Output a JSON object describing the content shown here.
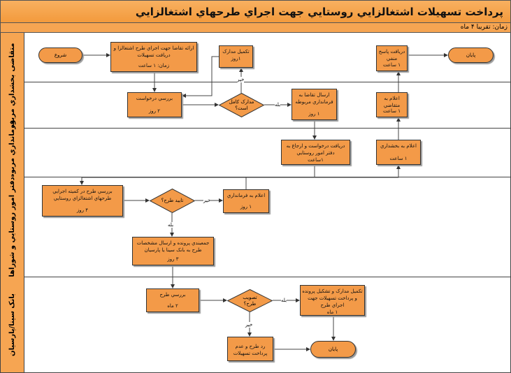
{
  "title": "پرداخت تسهيلات اشتغالزايي روستايي جهت اجراي طرحهاي اشتغالزايي",
  "duration": "زمان: تقريبا ۴ ماه",
  "lanes": [
    "متقاضی",
    "بخشداري مربوطه",
    "فرمانداري مربوطه",
    "دفتر امور روستايي و شوراها",
    "بانک سينا/پارسيان"
  ],
  "nodes": {
    "start": "شروع",
    "request": {
      "t": "ارائه تقاضا جهت اجراي طرح اشتغالزا و دريافت تسهيلات",
      "d": "زمان: ۱ ساعت"
    },
    "complete_docs": {
      "t": "تکميل مدارک",
      "d": "۱روز"
    },
    "receive_negative": {
      "t": "دريافت پاسخ منفي",
      "d": "۱ ساعت"
    },
    "end1": "پايان",
    "review_request": {
      "t": "بررسي درخواست",
      "d": "۲ روز"
    },
    "docs_complete_q": "مدارک کامل است؟",
    "send_request": {
      "t": "ارسال تقاضا به فرمانداري مربوطه",
      "d": "۱ روز"
    },
    "notify_applicant": {
      "t": "اعلام به متقاضي",
      "d": "۱ ساعت"
    },
    "receive_refer": {
      "t": "دريافت درخواست و ارجاع به دفتر امور روستايي",
      "d": "۱ساعت"
    },
    "notify_bakhshdari": {
      "t": "اعلام به بخشداري",
      "d": "۱ ساعت"
    },
    "committee_review": {
      "t": "بررسي طرح در کميته اجرايي طرحهاي اشتغالزاي روستايي",
      "d": "۴ روز"
    },
    "approve_q": "تاييد طرح؟",
    "notify_farmandari": {
      "t": "اعلام به فرمانداري",
      "d": "۱ روز"
    },
    "compile_send": {
      "t": "جمعبندي پرونده و ارسال مشخصات طرح به بانک سينا يا پارسيان",
      "d": "۳ روز"
    },
    "bank_review": {
      "t": "بررسي طرح",
      "d": "۲ ماه"
    },
    "ratify_q": "تصويب طرح؟",
    "complete_pay": {
      "t": "تکميل مدارک و تشکيل پرونده و پرداخت تسهيلات جهت اجراي طرح",
      "d": "۱ ماه"
    },
    "reject": {
      "t": "رد طرح و عدم پرداخت تسهيلات",
      "d": ""
    },
    "end2": "پايان"
  },
  "labels": {
    "yes": "بله",
    "no": "خير"
  }
}
